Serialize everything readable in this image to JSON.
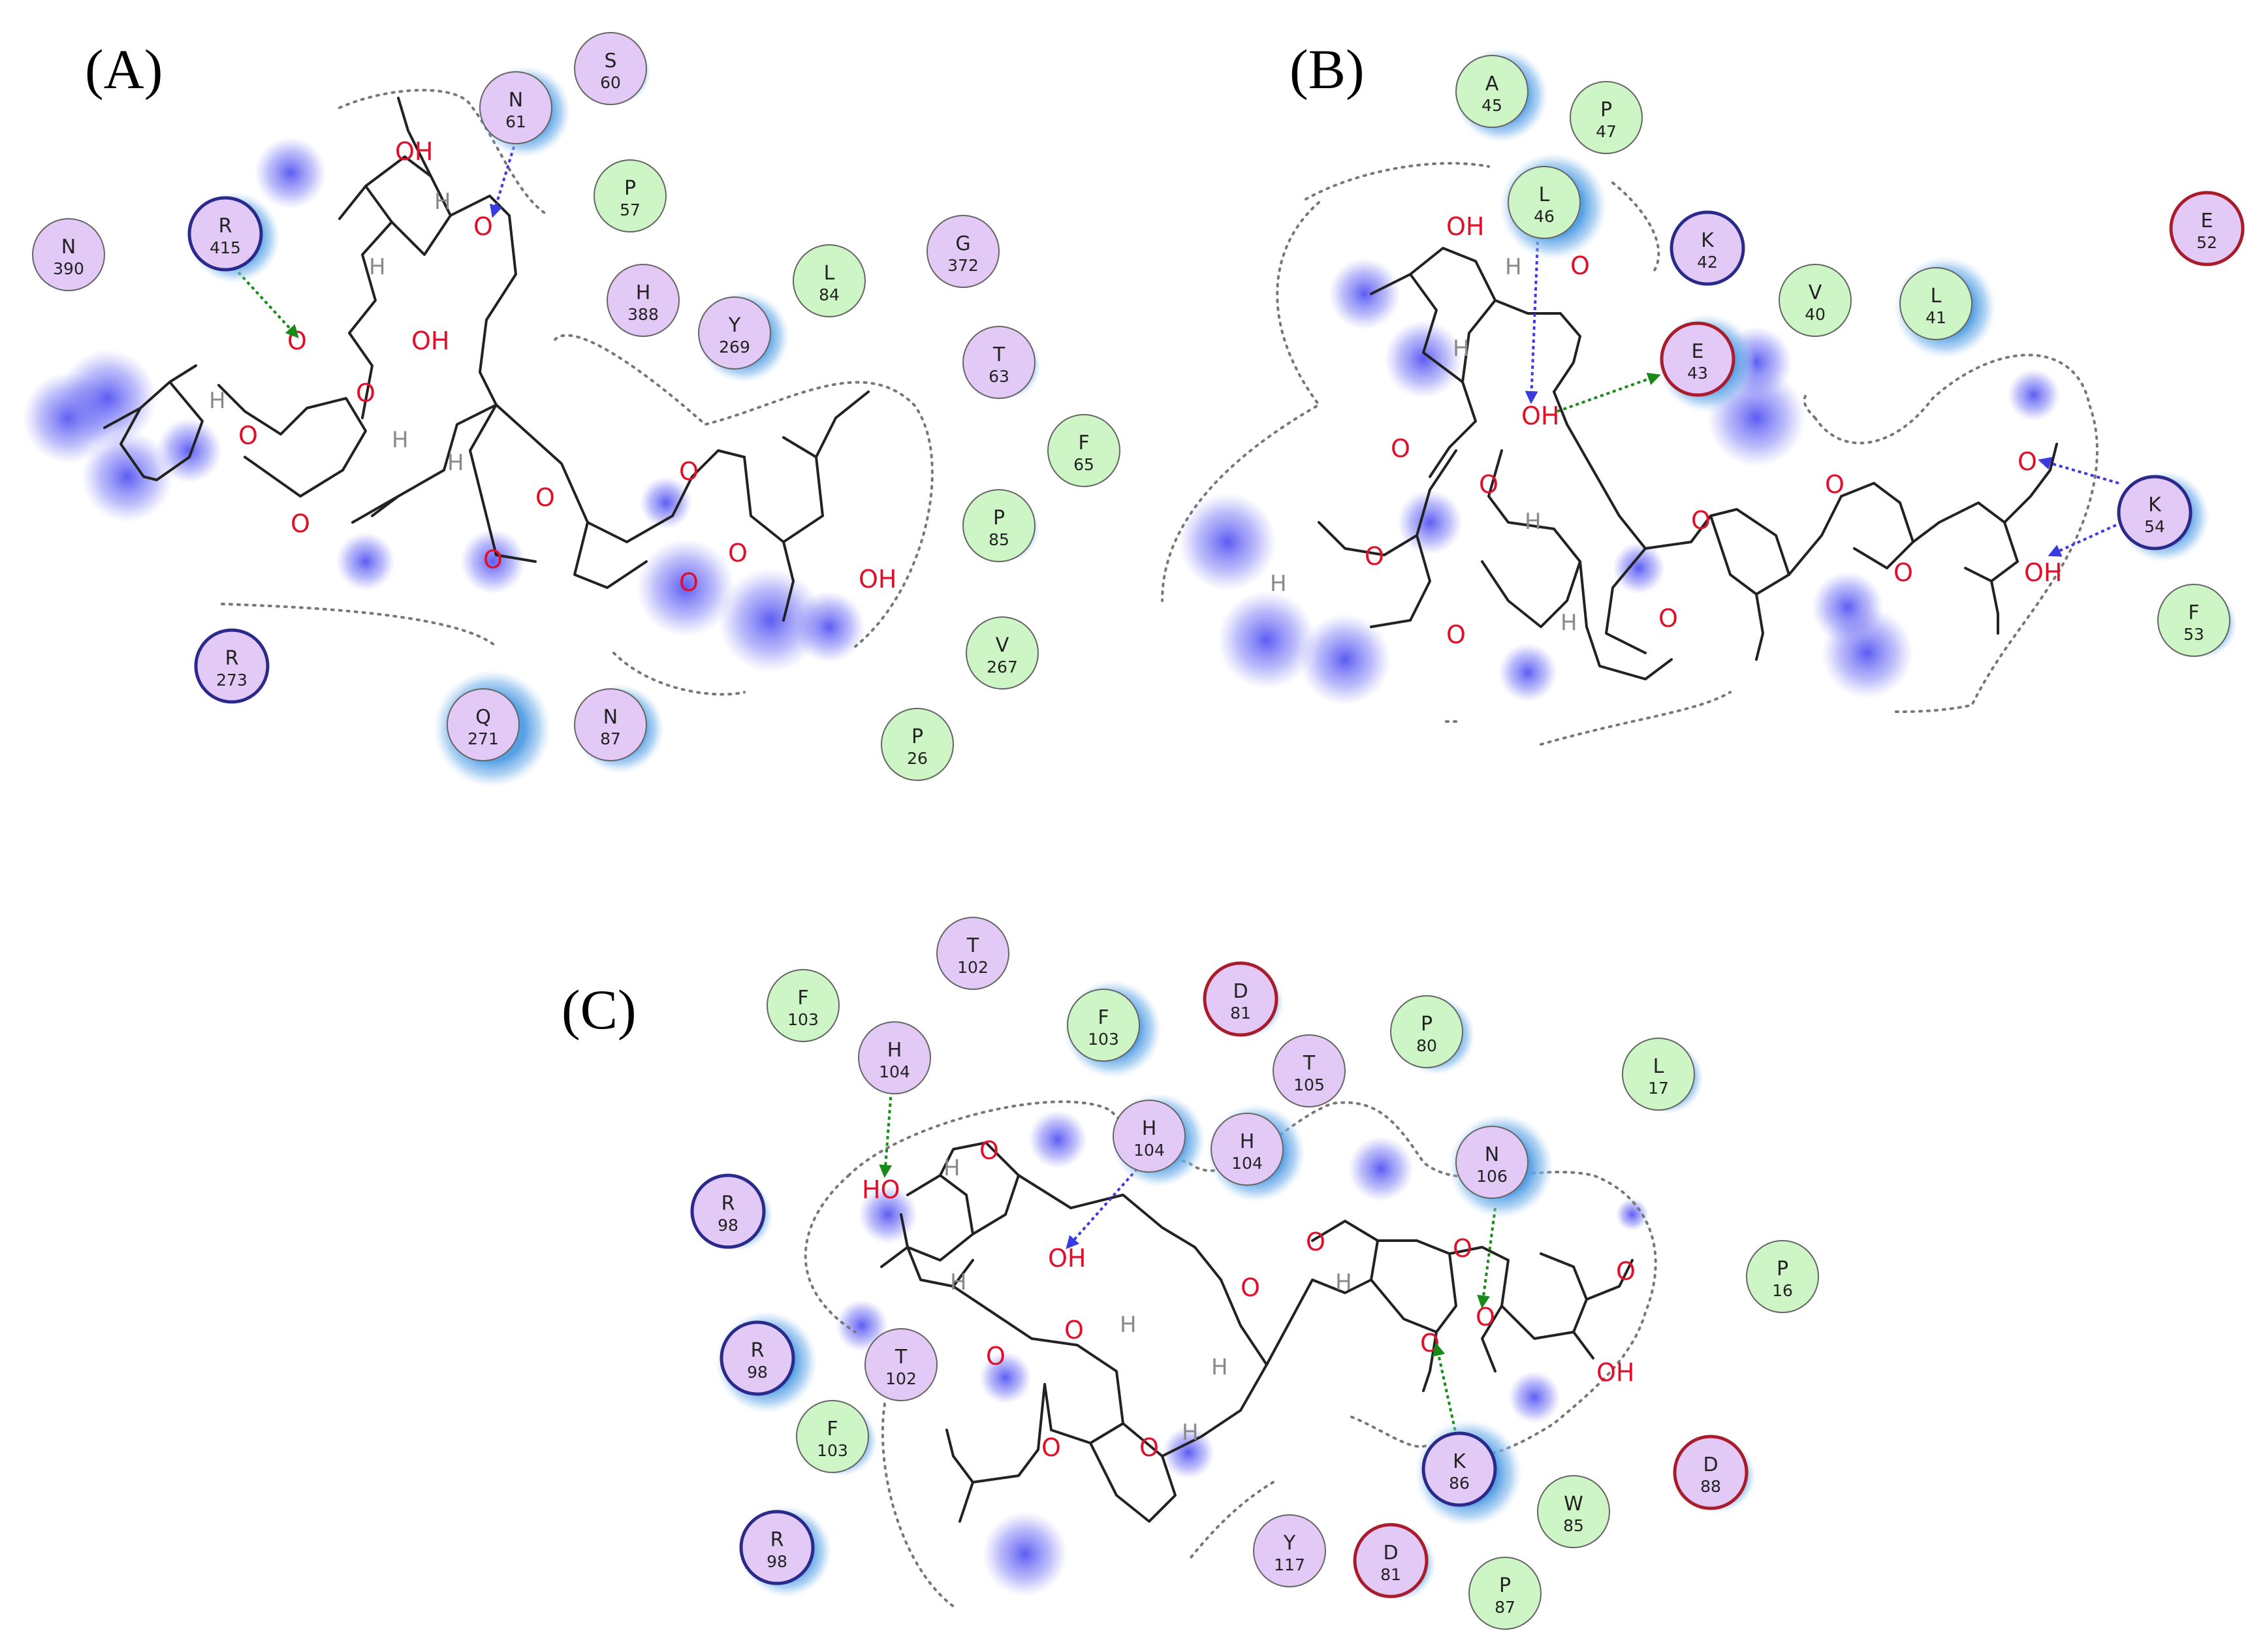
{
  "panels": [
    {
      "label": "(A)",
      "residues": [
        {
          "letter": "N",
          "number": "390",
          "type": "polar"
        },
        {
          "letter": "R",
          "number": "415",
          "type": "positive"
        },
        {
          "letter": "N",
          "number": "61",
          "type": "polar"
        },
        {
          "letter": "S",
          "number": "60",
          "type": "polar"
        },
        {
          "letter": "P",
          "number": "57",
          "type": "hydrophobic"
        },
        {
          "letter": "H",
          "number": "388",
          "type": "polar"
        },
        {
          "letter": "Y",
          "number": "269",
          "type": "polar"
        },
        {
          "letter": "L",
          "number": "84",
          "type": "hydrophobic"
        },
        {
          "letter": "G",
          "number": "372",
          "type": "polar"
        },
        {
          "letter": "T",
          "number": "63",
          "type": "polar"
        },
        {
          "letter": "F",
          "number": "65",
          "type": "hydrophobic"
        },
        {
          "letter": "P",
          "number": "85",
          "type": "hydrophobic"
        },
        {
          "letter": "V",
          "number": "267",
          "type": "hydrophobic"
        },
        {
          "letter": "P",
          "number": "26",
          "type": "hydrophobic"
        },
        {
          "letter": "R",
          "number": "273",
          "type": "positive"
        },
        {
          "letter": "Q",
          "number": "271",
          "type": "polar"
        },
        {
          "letter": "N",
          "number": "87",
          "type": "polar"
        }
      ],
      "atom_labels": [
        "OH",
        "OH",
        "OH",
        "O",
        "O",
        "O",
        "O",
        "O",
        "O",
        "O",
        "O",
        "O",
        "O",
        "H",
        "H",
        "H",
        "H",
        "H"
      ]
    },
    {
      "label": "(B)",
      "residues": [
        {
          "letter": "A",
          "number": "45",
          "type": "hydrophobic"
        },
        {
          "letter": "P",
          "number": "47",
          "type": "hydrophobic"
        },
        {
          "letter": "L",
          "number": "46",
          "type": "hydrophobic"
        },
        {
          "letter": "K",
          "number": "42",
          "type": "positive"
        },
        {
          "letter": "V",
          "number": "40",
          "type": "hydrophobic"
        },
        {
          "letter": "L",
          "number": "41",
          "type": "hydrophobic"
        },
        {
          "letter": "E",
          "number": "52",
          "type": "negative"
        },
        {
          "letter": "E",
          "number": "43",
          "type": "negative"
        },
        {
          "letter": "K",
          "number": "54",
          "type": "positive"
        },
        {
          "letter": "F",
          "number": "53",
          "type": "hydrophobic"
        }
      ],
      "atom_labels": [
        "OH",
        "OH",
        "OH",
        "O",
        "O",
        "O",
        "O",
        "O",
        "O",
        "O",
        "O",
        "O",
        "O",
        "H",
        "H",
        "H",
        "H",
        "H"
      ]
    },
    {
      "label": "(C)",
      "residues": [
        {
          "letter": "F",
          "number": "103",
          "type": "hydrophobic"
        },
        {
          "letter": "T",
          "number": "102",
          "type": "polar"
        },
        {
          "letter": "H",
          "number": "104",
          "type": "polar"
        },
        {
          "letter": "F",
          "number": "103",
          "type": "hydrophobic"
        },
        {
          "letter": "D",
          "number": "81",
          "type": "negative"
        },
        {
          "letter": "T",
          "number": "105",
          "type": "polar"
        },
        {
          "letter": "P",
          "number": "80",
          "type": "hydrophobic"
        },
        {
          "letter": "L",
          "number": "17",
          "type": "hydrophobic"
        },
        {
          "letter": "H",
          "number": "104",
          "type": "polar"
        },
        {
          "letter": "H",
          "number": "104",
          "type": "polar"
        },
        {
          "letter": "N",
          "number": "106",
          "type": "polar"
        },
        {
          "letter": "R",
          "number": "98",
          "type": "positive"
        },
        {
          "letter": "R",
          "number": "98",
          "type": "positive"
        },
        {
          "letter": "T",
          "number": "102",
          "type": "polar"
        },
        {
          "letter": "F",
          "number": "103",
          "type": "hydrophobic"
        },
        {
          "letter": "R",
          "number": "98",
          "type": "positive"
        },
        {
          "letter": "P",
          "number": "16",
          "type": "hydrophobic"
        },
        {
          "letter": "K",
          "number": "86",
          "type": "positive"
        },
        {
          "letter": "W",
          "number": "85",
          "type": "hydrophobic"
        },
        {
          "letter": "D",
          "number": "88",
          "type": "negative"
        },
        {
          "letter": "Y",
          "number": "117",
          "type": "polar"
        },
        {
          "letter": "D",
          "number": "81",
          "type": "negative"
        },
        {
          "letter": "P",
          "number": "87",
          "type": "hydrophobic"
        }
      ],
      "atom_labels": [
        "HO",
        "OH",
        "OH",
        "O",
        "O",
        "O",
        "O",
        "O",
        "O",
        "O",
        "O",
        "O",
        "O",
        "O",
        "H",
        "H",
        "H",
        "H",
        "H",
        "H"
      ]
    }
  ],
  "colors": {
    "hydrophobic_fill": "#cdf5c5",
    "polar_fill": "#e3c9f5",
    "positive_border": "#2a2a8a",
    "negative_border": "#a81c2c",
    "neutral_border": "#666666",
    "exposure_halo": "#6aaee8",
    "ligand_exposure": "#5050f0",
    "hbond_sidechain": "#178a17",
    "hbond_backbone": "#3a3ae0"
  }
}
